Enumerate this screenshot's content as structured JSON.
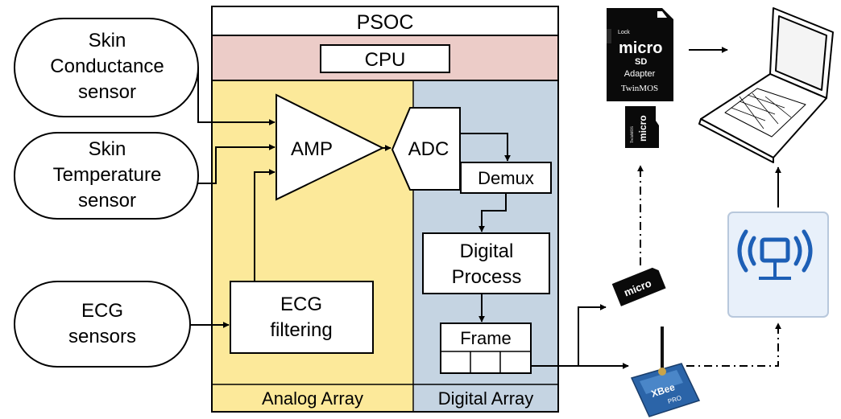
{
  "sensors": {
    "skin_conductance": [
      "Skin",
      "Conductance",
      "sensor"
    ],
    "skin_temperature": [
      "Skin",
      "Temperature",
      "sensor"
    ],
    "ecg": [
      "ECG",
      "sensors"
    ]
  },
  "psoc": {
    "title": "PSOC",
    "cpu": "CPU",
    "analog_array": "Analog Array",
    "digital_array": "Digital Array"
  },
  "blocks": {
    "amp": "AMP",
    "adc": "ADC",
    "demux": "Demux",
    "digital_process": [
      "Digital",
      "Process"
    ],
    "frame": "Frame",
    "ecg_filtering": [
      "ECG",
      "filtering"
    ]
  },
  "sd_adapter": {
    "lock": "Lock",
    "brand_top": "micro",
    "brand_sd": "SD",
    "adapter": "Adapter",
    "maker": "TwinMOS"
  },
  "microsd_card": {
    "brand": "micro",
    "maker": "TwinMOS"
  },
  "microsd_small": {
    "brand": "micro"
  },
  "xbee": {
    "label": "XBee",
    "pro": "PRO"
  },
  "colors": {
    "cpu_band": "#ecccc8",
    "analog": "#fce99a",
    "digital": "#c5d4e2",
    "router_bg": "#e8f0fa",
    "router_icon": "#1d5fb6"
  },
  "icons": [
    "laptop-icon",
    "wireless-router-icon",
    "xbee-module-icon",
    "microsd-card-icon",
    "sd-adapter-icon"
  ]
}
